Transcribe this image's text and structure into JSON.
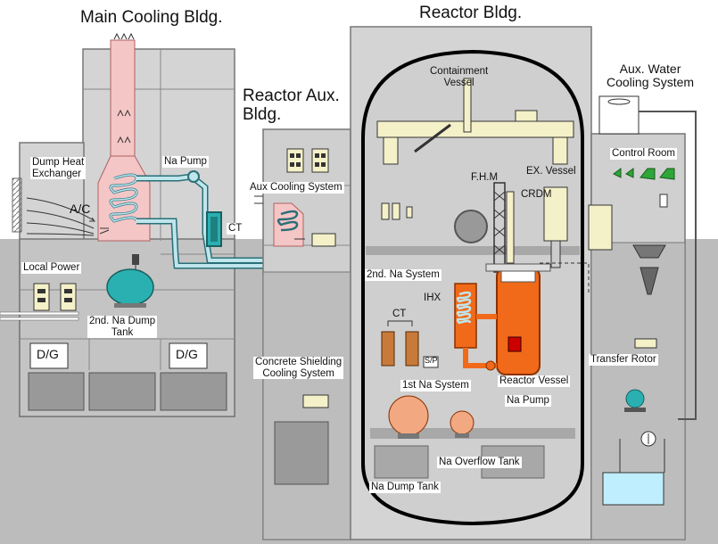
{
  "buildings": {
    "main_cooling": "Main Cooling Bldg.",
    "reactor_aux_line1": "Reactor Aux.",
    "reactor_aux_line2": "Bldg.",
    "reactor": "Reactor Bldg.",
    "aux_water_line1": "Aux. Water",
    "aux_water_line2": "Cooling System"
  },
  "labels": {
    "dump_heat_exchanger_line1": "Dump Heat",
    "dump_heat_exchanger_line2": "Exchanger",
    "na_pump_top": "Na Pump",
    "ac": "A/C",
    "ct_left": "CT",
    "aux_cooling_system": "Aux Cooling System",
    "local_power": "Local Power",
    "dump_tank_line1": "2nd. Na Dump",
    "dump_tank_line2": "Tank",
    "dg_left": "D/G",
    "dg_right": "D/G",
    "containment_line1": "Containment",
    "containment_line2": "Vessel",
    "fhm": "F.H.M",
    "crdm": "CRDM",
    "ex_vessel": "EX. Vessel",
    "control_room": "Control Room",
    "second_na_system": "2nd. Na System",
    "ihx": "IHX",
    "ct_inner": "CT",
    "sp": "S/P",
    "concrete_line1": "Concrete Shielding",
    "concrete_line2": "Cooling System",
    "first_na_system": "1st Na System",
    "reactor_vessel": "Reactor Vessel",
    "na_pump_primary": "Na Pump",
    "transfer_rotor": "Transfer Rotor",
    "na_overflow_tank": "Na Overflow Tank",
    "na_dump_tank": "Na Dump Tank"
  },
  "colors": {
    "building_fill": "#d9d9d9",
    "building_dark": "#a8a8a8",
    "ground_fill": "#b8b8b8",
    "heat_exchanger_pink": "#f4c6c6",
    "secondary_pipe": "#bfe6ec",
    "primary_sodium": "#f06a1a",
    "dump_tank_orange": "#f2a880",
    "teal_tank": "#2ab0b0",
    "cooling_water": "#bfefff",
    "containment_outline": "#000000"
  }
}
